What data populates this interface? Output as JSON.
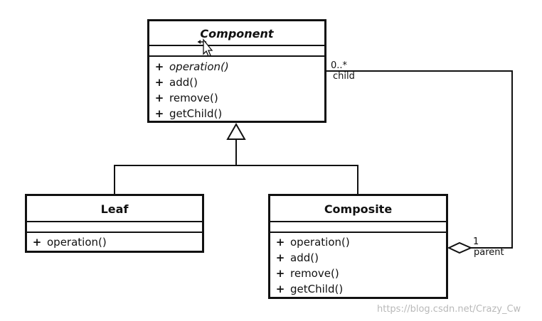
{
  "classes": {
    "component": {
      "name": "Component",
      "methods": [
        {
          "visibility": "+",
          "label": "operation()"
        },
        {
          "visibility": "+",
          "label": "add()"
        },
        {
          "visibility": "+",
          "label": "remove()"
        },
        {
          "visibility": "+",
          "label": "getChild()"
        }
      ]
    },
    "leaf": {
      "name": "Leaf",
      "methods": [
        {
          "visibility": "+",
          "label": "operation()"
        }
      ]
    },
    "composite": {
      "name": "Composite",
      "methods": [
        {
          "visibility": "+",
          "label": "operation()"
        },
        {
          "visibility": "+",
          "label": "add()"
        },
        {
          "visibility": "+",
          "label": "remove()"
        },
        {
          "visibility": "+",
          "label": "getChild()"
        }
      ]
    }
  },
  "association": {
    "child_multiplicity": "0..*",
    "child_role": "child",
    "parent_multiplicity": "1",
    "parent_role": "parent"
  },
  "watermark": "https://blog.csdn.net/Crazy_Cw",
  "colors": {
    "line": "#111111",
    "watermark": "#b9b9b9"
  }
}
